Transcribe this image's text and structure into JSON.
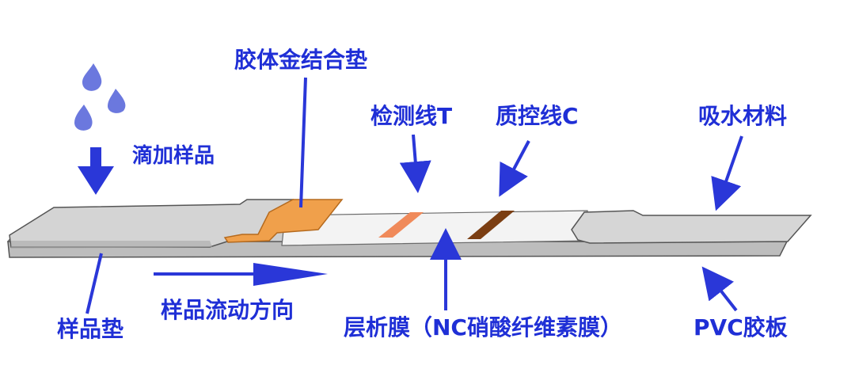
{
  "colors": {
    "label_blue": "#1f2fd6",
    "arrow_blue": "#2a37d8",
    "drop_blue": "#6b78de",
    "strip_gray": "#d2d2d2",
    "conjugate_pad": "#f0a04b",
    "test_line": "#f08a5a",
    "control_line": "#7b3e12"
  },
  "labels": {
    "conjugate_pad": "胶体金结合垫",
    "add_sample": "滴加样品",
    "test_line": "检测线T",
    "control_line": "质控线C",
    "absorbent": "吸水材料",
    "sample_pad": "样品垫",
    "flow_direction": "样品流动方向",
    "membrane": "层析膜（NC硝酸纤维素膜）",
    "pvc_backing": "PVC胶板"
  },
  "icons": [
    "droplet-icon",
    "down-arrow-icon",
    "right-arrow-icon"
  ]
}
